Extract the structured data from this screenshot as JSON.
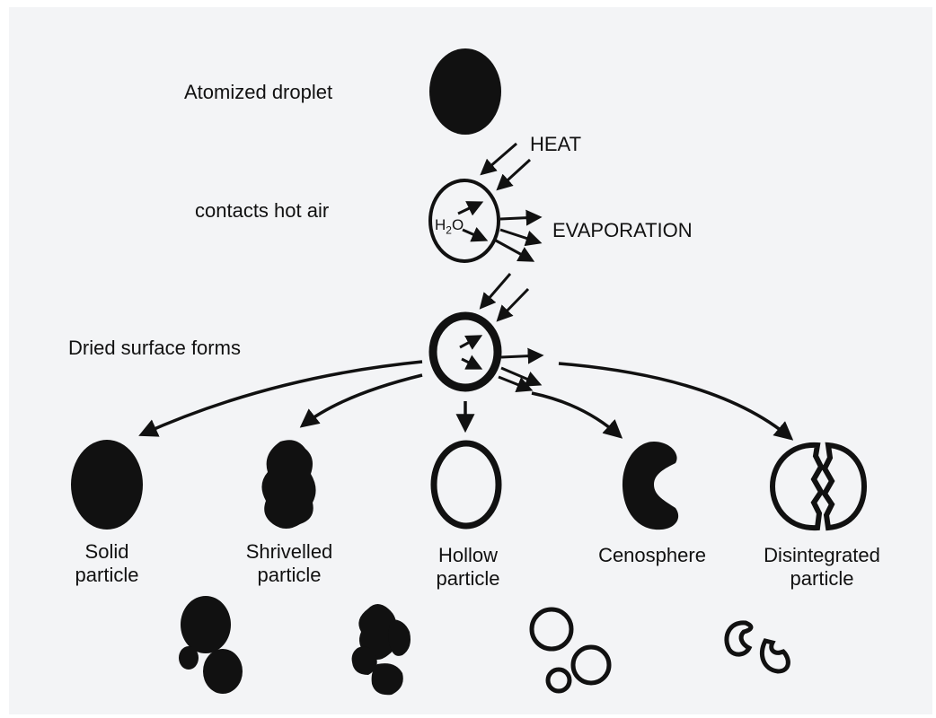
{
  "labels": {
    "atomized": "Atomized droplet",
    "contacts": "contacts hot air",
    "dried": "Dried surface forms",
    "heat": "HEAT",
    "evaporation": "EVAPORATION",
    "h2o": "H",
    "h2o_sub": "2",
    "h2o_o": "O"
  },
  "outcomes": [
    {
      "line1": "Solid",
      "line2": "particle"
    },
    {
      "line1": "Shrivelled",
      "line2": "particle"
    },
    {
      "line1": "Hollow",
      "line2": "particle"
    },
    {
      "line1": "Cenosphere",
      "line2": ""
    },
    {
      "line1": "Disintegrated",
      "line2": "particle"
    }
  ],
  "colors": {
    "ink": "#111111",
    "background": "#f3f4f6"
  }
}
